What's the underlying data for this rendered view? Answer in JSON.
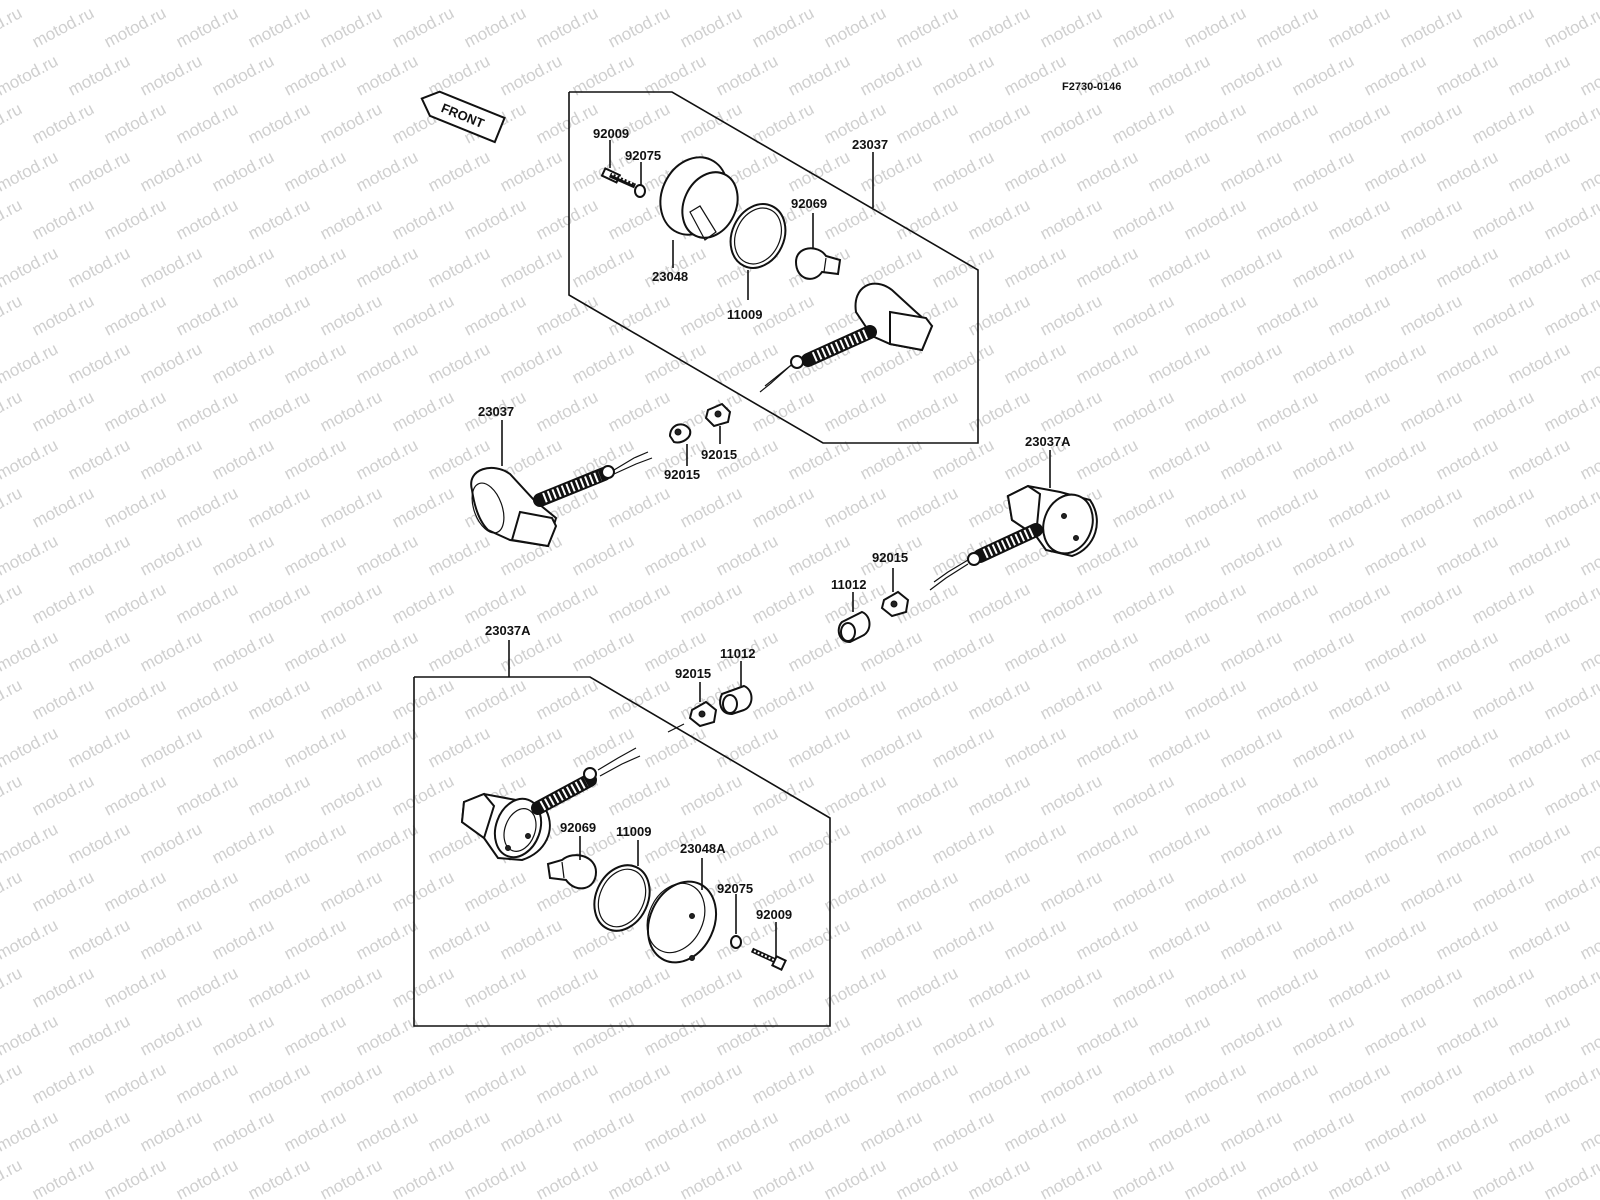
{
  "diagram": {
    "drawing_code": "F2730-0146",
    "front_label": "FRONT",
    "watermark_text": "motod.ru",
    "labels": {
      "top_kit": "23037",
      "top_bolt": "92009",
      "top_washer": "92075",
      "top_lens": "23048",
      "top_gasket": "11009",
      "top_bulb": "92069",
      "left_signal": "23037",
      "left_nut_a": "92015",
      "left_nut_b": "92015",
      "right_signal": "23037A",
      "right_nut": "92015",
      "right_grommet": "11012",
      "bottom_kit": "23037A",
      "bottom_nut": "92015",
      "bottom_grommet": "11012",
      "bottom_bulb": "92069",
      "bottom_gasket": "11009",
      "bottom_lens": "23048A",
      "bottom_washer": "92075",
      "bottom_bolt": "92009"
    }
  }
}
